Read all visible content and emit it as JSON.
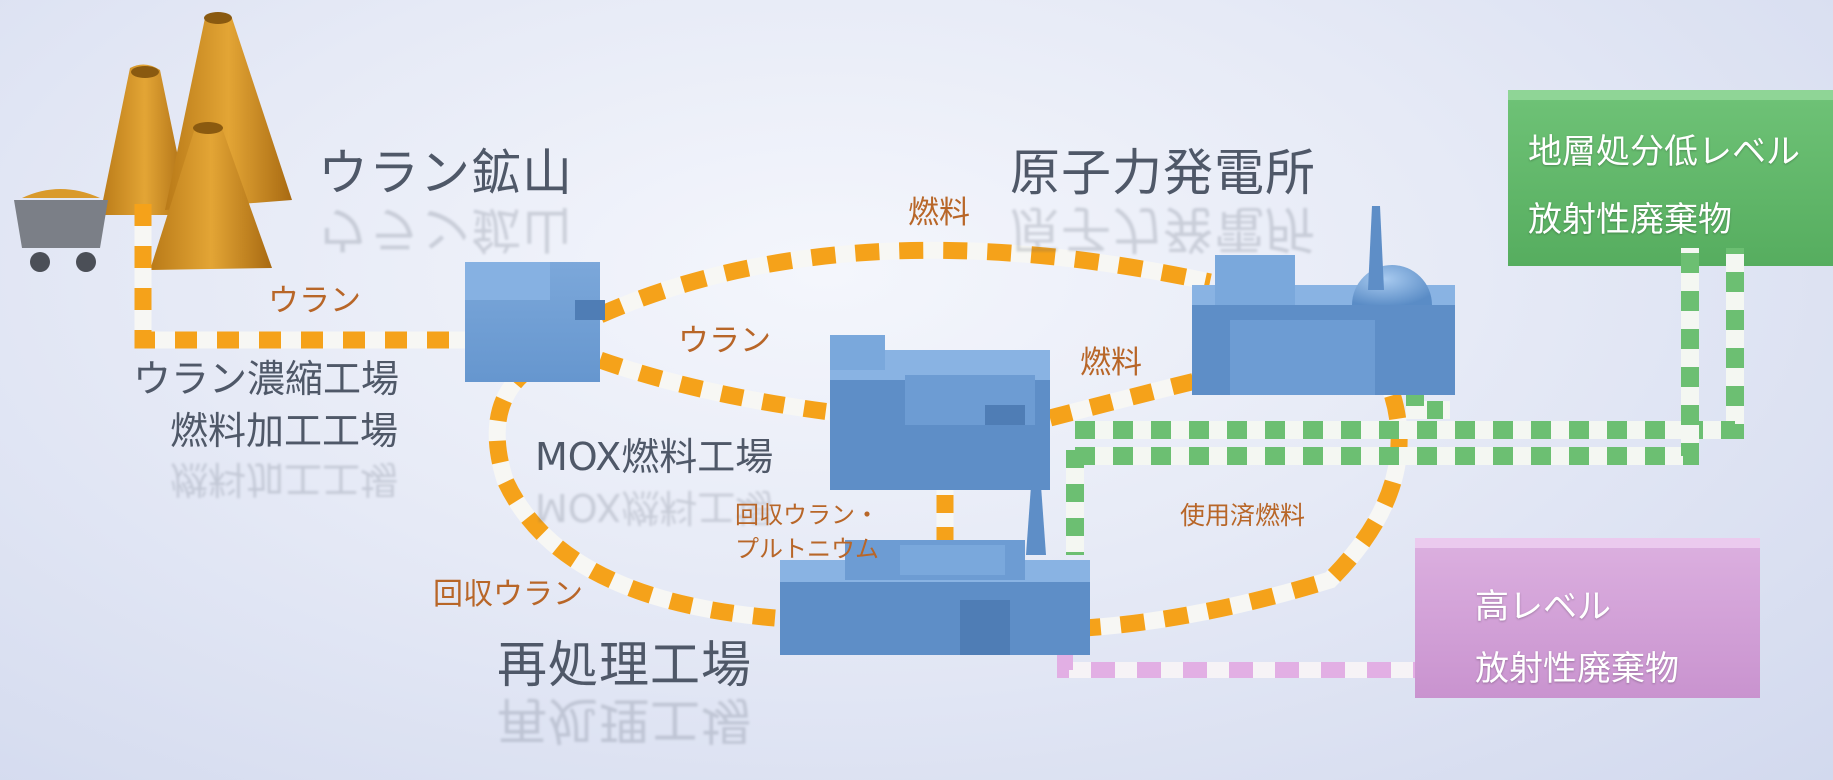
{
  "labels": {
    "uranium_mine": "ウラン鉱山",
    "nuclear_plant": "原子力発電所",
    "enrichment_line1": "ウラン濃縮工場",
    "enrichment_line2": "燃料加工工場",
    "mox_plant": "MOX燃料工場",
    "reprocessing_plant": "再処理工場",
    "low_level_line1": "地層処分低レベル",
    "low_level_line2": "放射性廃棄物",
    "high_level_line1": "高レベル",
    "high_level_line2": "放射性廃棄物"
  },
  "flows": {
    "uranium_from_mine": "ウラン",
    "fuel_to_plant_top": "燃料",
    "uranium_to_mox": "ウラン",
    "fuel_mox_to_plant": "燃料",
    "recovered_u_pu_line1": "回収ウラン・",
    "recovered_u_pu_line2": "プルトニウム",
    "spent_fuel": "使用済燃料",
    "recovered_uranium": "回収ウラン"
  },
  "colors": {
    "building": "#6e9fd6",
    "fuel_dash": "#f5a21a",
    "low_level_waste": "#6cbf72",
    "high_level_waste": "#d9a6dc",
    "mountain": "#d08f24"
  }
}
